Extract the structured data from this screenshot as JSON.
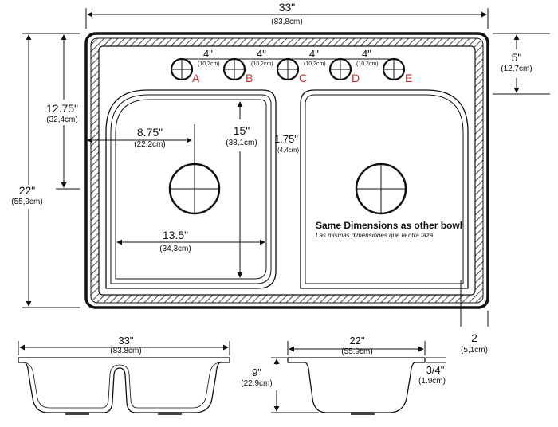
{
  "top_view": {
    "overall_width": {
      "imperial": "33\"",
      "metric": "(83,8cm)"
    },
    "overall_height": {
      "imperial": "22\"",
      "metric": "(55,9cm)"
    },
    "to_drain_center": {
      "imperial": "12.75\"",
      "metric": "(32,4cm)"
    },
    "faucet_ledge": {
      "imperial": "5\"",
      "metric": "(12,7cm)"
    },
    "deck_edge": {
      "imperial": "2",
      "metric": "(5,1cm)"
    },
    "hole_spacing": {
      "imperial": "4\"",
      "metric": "(10,2cm)"
    },
    "holes": [
      "A",
      "B",
      "C",
      "D",
      "E"
    ],
    "drain_offset": {
      "imperial": "8.75\"",
      "metric": "(22,2cm)"
    },
    "bowl_length": {
      "imperial": "15\"",
      "metric": "(38,1cm)"
    },
    "divider_width": {
      "imperial": "1.75\"",
      "metric": "(4,4cm)"
    },
    "bowl_width": {
      "imperial": "13.5\"",
      "metric": "(34,3cm)"
    },
    "note_title": "Same Dimensions as other bowl",
    "note_subtitle": "Las mismas dimensiones que la otra taza"
  },
  "front_view": {
    "width": {
      "imperial": "33\"",
      "metric": "(83.8cm)"
    }
  },
  "side_view": {
    "width": {
      "imperial": "22\"",
      "metric": "(55.9cm)"
    },
    "depth": {
      "imperial": "9\"",
      "metric": "(22.9cm)"
    },
    "rim": {
      "imperial": "3/4\"",
      "metric": "(1.9cm)"
    }
  },
  "colors": {
    "line": "#111111",
    "hole_label": "#d8232a",
    "hatch": "#555555"
  }
}
